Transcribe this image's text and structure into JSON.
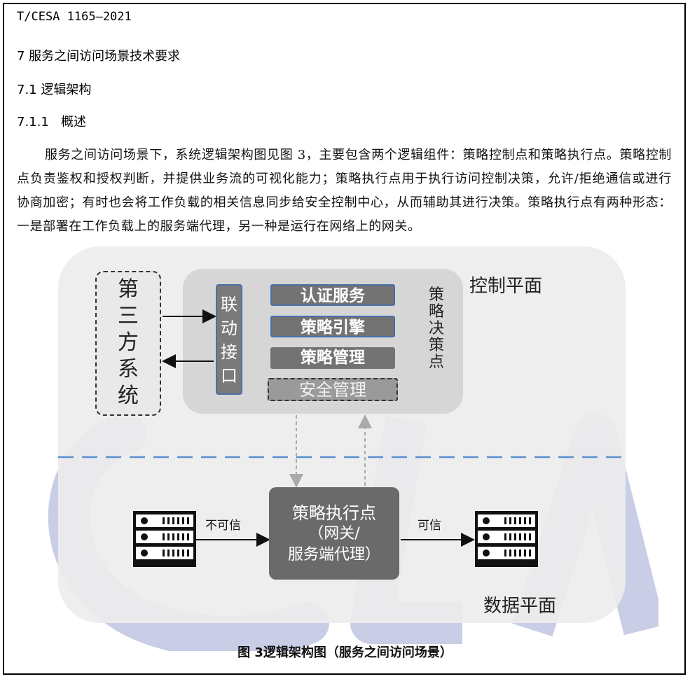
{
  "header": {
    "doc_id": "T/CESA 1165—2021"
  },
  "sections": {
    "h1": "7  服务之间访问场景技术要求",
    "h2": "7.1 逻辑架构",
    "h3": "7.1.1   概述"
  },
  "body": {
    "paragraph": "服务之间访问场景下，系统逻辑架构图见图 3，主要包含两个逻辑组件：策略控制点和策略执行点。策略控制点负责鉴权和授权判断，并提供业务流的可视化能力；策略执行点用于执行访问控制决策，允许/拒绝通信或进行协商加密；有时也会将工作负载的相关信息同步给安全控制中心，从而辅助其进行决策。策略执行点有两种形态：一是部署在工作负载上的服务端代理，另一种是运行在网络上的网关。"
  },
  "figure": {
    "third_party": "第三方系统",
    "linkage_interface": "联动接口",
    "modules": [
      "认证服务",
      "策略引擎",
      "策略管理",
      "安全管理"
    ],
    "decision_point": "策略决策点",
    "control_plane": "控制平面",
    "data_plane": "数据平面",
    "pep_lines": [
      "策略执行点",
      "（网关/",
      "服务端代理）"
    ],
    "untrusted": "不可信",
    "trusted": "可信",
    "caption": "图 3逻辑架构图（服务之间访问场景）",
    "colors": {
      "divider": "#5b8fd0",
      "watermark": "#c9cde6",
      "pep": "#6a6a6a"
    },
    "icons": [
      "server-icon",
      "server-icon"
    ]
  }
}
